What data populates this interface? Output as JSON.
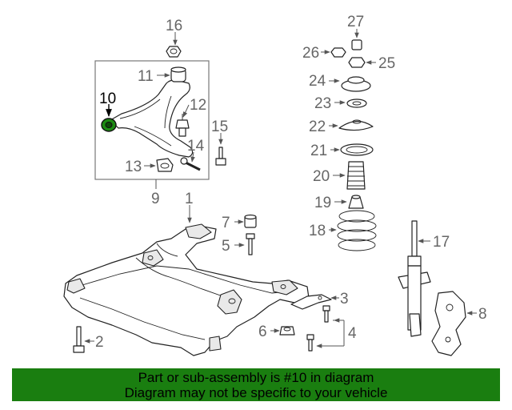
{
  "callouts": {
    "c1": "1",
    "c2": "2",
    "c3": "3",
    "c4": "4",
    "c5": "5",
    "c6": "6",
    "c7": "7",
    "c8": "8",
    "c9": "9",
    "c10": "10",
    "c11": "11",
    "c12": "12",
    "c13": "13",
    "c14": "14",
    "c15": "15",
    "c16": "16",
    "c17": "17",
    "c18": "18",
    "c19": "19",
    "c20": "20",
    "c21": "21",
    "c22": "22",
    "c23": "23",
    "c24": "24",
    "c25": "25",
    "c26": "26",
    "c27": "27"
  },
  "highlight": {
    "part": "10",
    "color": "#1c8a12"
  },
  "banner": {
    "line1": "Part or sub-assembly is #10 in diagram",
    "line2": "Diagram may not be specific to your vehicle",
    "background": "#1a7e10"
  }
}
